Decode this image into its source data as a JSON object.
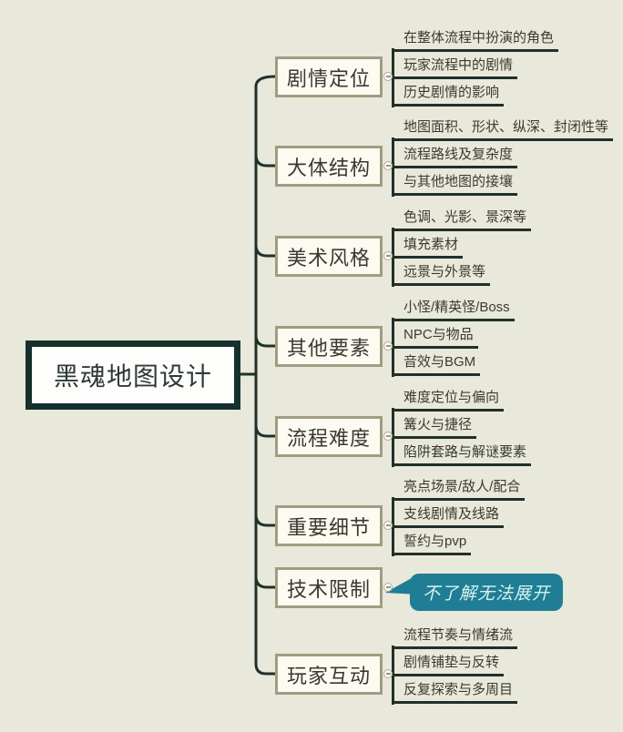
{
  "root": {
    "label": "黑魂地图设计"
  },
  "branches": [
    {
      "label": "剧情定位",
      "children": [
        "在整体流程中扮演的角色",
        "玩家流程中的剧情",
        "历史剧情的影响"
      ]
    },
    {
      "label": "大体结构",
      "children": [
        "地图面积、形状、纵深、封闭性等",
        "流程路线及复杂度",
        "与其他地图的接壤"
      ]
    },
    {
      "label": "美术风格",
      "children": [
        "色调、光影、景深等",
        "填充素材",
        "远景与外景等"
      ]
    },
    {
      "label": "其他要素",
      "children": [
        "小怪/精英怪/Boss",
        "NPC与物品",
        "音效与BGM"
      ]
    },
    {
      "label": "流程难度",
      "children": [
        "难度定位与偏向",
        "篝火与捷径",
        "陷阱套路与解谜要素"
      ]
    },
    {
      "label": "重要细节",
      "children": [
        "亮点场景/敌人/配合",
        "支线剧情及线路",
        "誓约与pvp"
      ]
    },
    {
      "label": "技术限制",
      "children": [],
      "callout": "不了解无法展开"
    },
    {
      "label": "玩家互动",
      "children": [
        "流程节奏与情绪流",
        "剧情铺垫与反转",
        "反复探索与多周目"
      ]
    }
  ],
  "colors": {
    "background": "#e8e8db",
    "wire": "#20302b",
    "root_border": "#16302c",
    "branch_border": "#a29c80",
    "branch_fill": "#fcfbf2",
    "callout_fill": "#1f7e95",
    "callout_text": "#d9f2f0"
  }
}
